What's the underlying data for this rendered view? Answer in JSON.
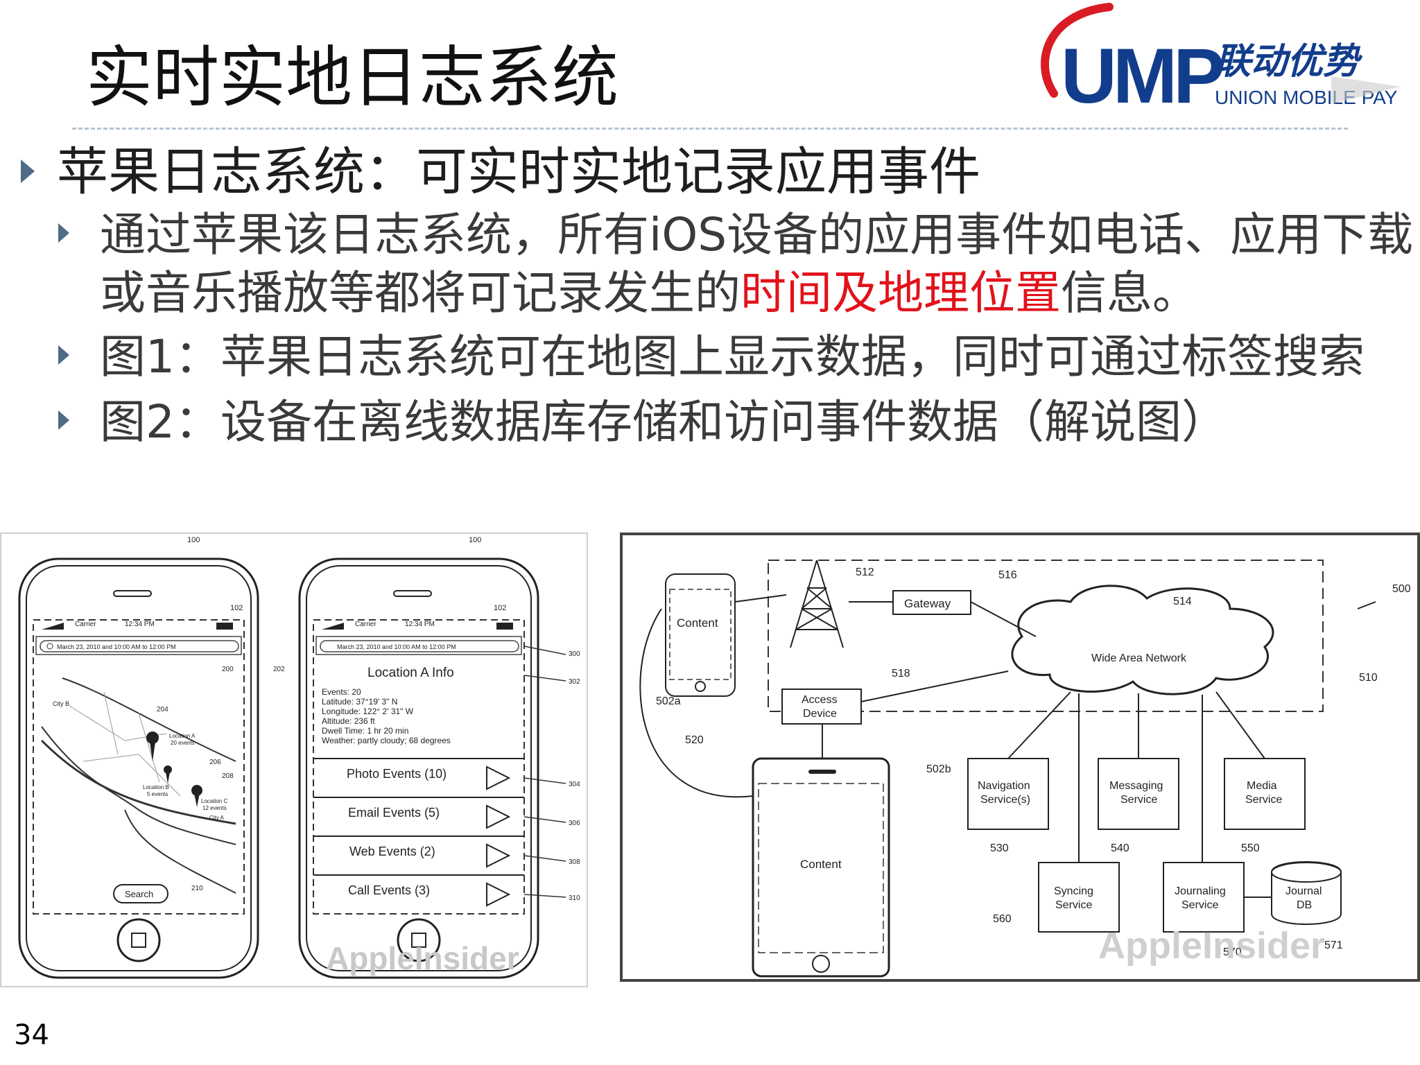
{
  "slide": {
    "title": "实时实地日志系统",
    "page_number": "34"
  },
  "logo": {
    "brand": "UMP",
    "chinese": "联动优势",
    "english": "UNION MOBILE PAY"
  },
  "bullets": {
    "main": "苹果日志系统：可实时实地记录应用事件",
    "sub1_line1": "通过苹果该日志系统，所有iOS设备的应用事件如电话、应用下载",
    "sub1_line2_prefix": "或音乐播放等都将可记录发生的",
    "sub1_line2_highlight": "时间及地理位置",
    "sub1_line2_suffix": "信息。",
    "sub2": "图1：苹果日志系统可在地图上显示数据，同时可通过标签搜索",
    "sub3": "图2：设备在离线数据库存储和访问事件数据（解说图）"
  },
  "figure1": {
    "ref_100": "100",
    "ref_102": "102",
    "ref_200": "200",
    "ref_202": "202",
    "ref_204": "204",
    "ref_206": "206",
    "ref_208": "208",
    "ref_210": "210",
    "ref_300": "300",
    "ref_302": "302",
    "ref_304": "304",
    "ref_306": "306",
    "ref_308": "308",
    "ref_310": "310",
    "carrier": "Carrier",
    "time": "12:34 PM",
    "search_text": "March 23, 2010 and 10:00 AM to 12:00 PM",
    "city_b": "City B",
    "city_a": "City A",
    "location_a": "Location A",
    "location_a_events": "20 events",
    "location_b": "Location B",
    "location_b_events": "5 events",
    "location_c": "Location C",
    "location_c_events": "12 events",
    "search_button": "Search",
    "info_title": "Location A Info",
    "info_events": "Events: 20",
    "info_latitude": "Latitude: 37°19' 3\" N",
    "info_longitude": "Longitude: 122° 2' 31\" W",
    "info_altitude": "Altitude: 236 ft",
    "info_dwell": "Dwell Time: 1 hr 20 min",
    "info_weather": "Weather: partly cloudy; 68 degrees",
    "row_photo": "Photo Events (10)",
    "row_email": "Email Events (5)",
    "row_web": "Web Events (2)",
    "row_call": "Call Events (3)",
    "watermark": "AppleInsider"
  },
  "figure2": {
    "ref_500": "500",
    "ref_502a": "502a",
    "ref_502b": "502b",
    "ref_510": "510",
    "ref_512": "512",
    "ref_514": "514",
    "ref_516": "516",
    "ref_518": "518",
    "ref_520": "520",
    "ref_530": "530",
    "ref_540": "540",
    "ref_550": "550",
    "ref_560": "560",
    "ref_570": "570",
    "ref_571": "571",
    "content_small": "Content",
    "content_large": "Content",
    "gateway": "Gateway",
    "wan": "Wide Area Network",
    "access_1": "Access",
    "access_2": "Device",
    "nav_1": "Navigation",
    "nav_2": "Service(s)",
    "msg_1": "Messaging",
    "msg_2": "Service",
    "media_1": "Media",
    "media_2": "Service",
    "sync_1": "Syncing",
    "sync_2": "Service",
    "journaling_1": "Journaling",
    "journaling_2": "Service",
    "journal_1": "Journal",
    "journal_2": "DB",
    "watermark": "AppleInsider"
  }
}
